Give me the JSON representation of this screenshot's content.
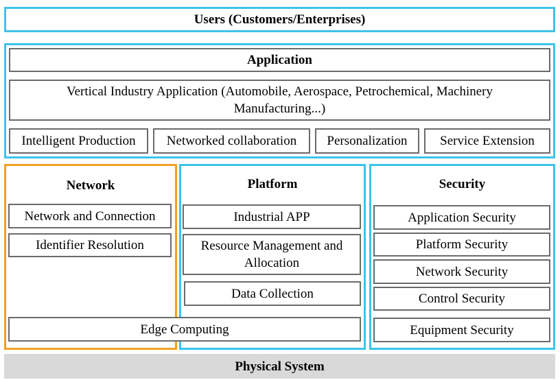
{
  "users": {
    "label": "Users (Customers/Enterprises)"
  },
  "application": {
    "title": "Application",
    "vertical": "Vertical Industry Application (Automobile, Aerospace, Petrochemical, Machinery Manufacturing...)",
    "items": [
      "Intelligent Production",
      "Networked collaboration",
      "Personalization",
      "Service Extension"
    ]
  },
  "network": {
    "title": "Network",
    "items": [
      "Network and Connection",
      "Identifier Resolution"
    ]
  },
  "platform": {
    "title": "Platform",
    "items": [
      "Industrial APP",
      "Resource Management and Allocation",
      "Data Collection"
    ]
  },
  "edge": {
    "label": "Edge Computing"
  },
  "security": {
    "title": "Security",
    "items": [
      "Application Security",
      "Platform Security",
      "Network Security",
      "Control Security",
      "Equipment Security"
    ]
  },
  "physical": {
    "label": "Physical System"
  },
  "colors": {
    "blue_frame": "#3cc4ea",
    "orange_frame": "#f0a020",
    "box_border": "#6a6a6a",
    "physical_bg": "#d9d9d9"
  }
}
